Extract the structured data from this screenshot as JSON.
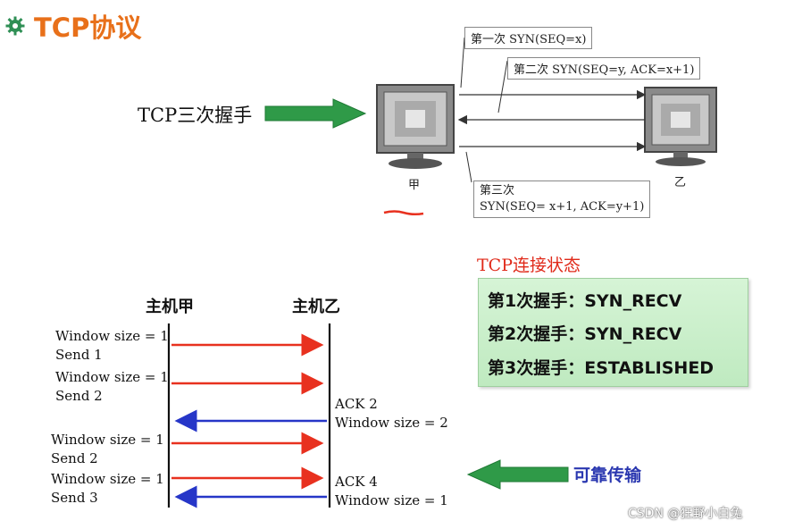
{
  "title": "TCP协议",
  "handshake": {
    "label": "TCP三次握手",
    "host_a": "甲",
    "host_b": "乙",
    "step1": "第一次 SYN(SEQ=x)",
    "step2": "第二次 SYN(SEQ=y, ACK=x+1)",
    "step3_line1": "第三次",
    "step3_line2": "SYN(SEQ= x+1, ACK=y+1)"
  },
  "status": {
    "title": "TCP连接状态",
    "rows": [
      "第1次握手：SYN_RECV",
      "第2次握手：SYN_RECV",
      "第3次握手：ESTABLISHED"
    ]
  },
  "window": {
    "host_a": "主机甲",
    "host_b": "主机乙",
    "left_labels": [
      [
        "Window size = 1",
        "Send 1"
      ],
      [
        "Window size = 1",
        "Send 2"
      ],
      [
        "Window size = 1",
        "Send 2"
      ],
      [
        "Window size = 1",
        "Send 3"
      ]
    ],
    "right_labels": [
      [
        "ACK 2",
        "Window size = 2"
      ],
      [
        "ACK 4",
        "Window size = 1"
      ]
    ],
    "reliable_label": "可靠传输"
  },
  "watermark": "CSDN @狂野小白兔",
  "colors": {
    "title": "#e8701a",
    "arrow_green": "#2f9a48",
    "arrow_red": "#e8311f",
    "arrow_blue": "#2636c8",
    "status_red": "#e02a1a",
    "status_bg": "#c8eec8"
  }
}
